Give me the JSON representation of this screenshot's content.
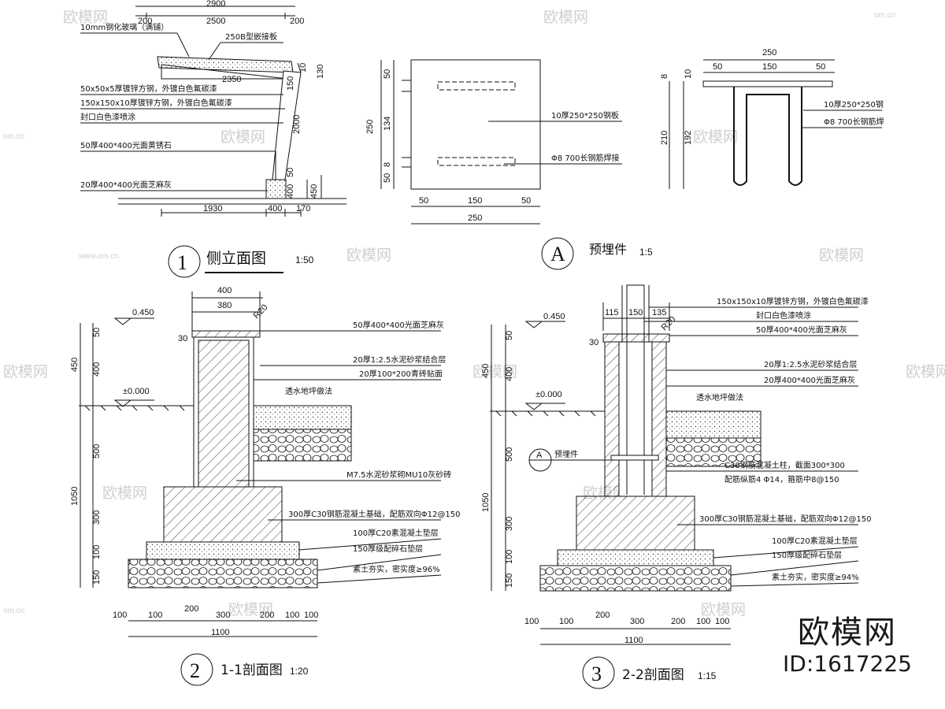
{
  "watermark": {
    "brand_text": "欧模网",
    "domain_text": "om.cn",
    "domain_text_long": "www.om.cn"
  },
  "brand": {
    "name": "欧模网",
    "id_label": "ID:1617225"
  },
  "view1": {
    "circle_label": "1",
    "title": "侧立面图",
    "scale": "1:50",
    "dims": {
      "top_total": "2900",
      "top_left": "200",
      "top_mid": "2500",
      "top_right": "200",
      "bottom_left": "1930",
      "bottom_mid": "400",
      "bottom_right": "170",
      "beam_len": "2350",
      "post_h": "2000",
      "r10": "10",
      "r130": "130",
      "r150": "150",
      "r50": "50",
      "r400": "400",
      "r450": "450"
    },
    "notes": [
      "10mm钢化玻璃（满铺）",
      "250B型嵌接板",
      "50x50x5厚镀锌方钢，外镀白色氟碳漆",
      "150x150x10厚镀锌方钢，外镀白色氟碳漆",
      "封口白色漆喷涂",
      "50厚400*400光面黄锈石",
      "20厚400*400光面芝麻灰"
    ]
  },
  "viewA": {
    "circle_label": "A",
    "title": "预埋件",
    "scale": "1:5",
    "dims": {
      "h_total": "250",
      "h1": "50",
      "h2": "134",
      "h3": "8",
      "h4": "50",
      "h5": "8",
      "w1": "50",
      "w2": "150",
      "w3": "50",
      "w_total": "250",
      "s_top": "250",
      "s_w1": "50",
      "s_w2": "150",
      "s_w3": "50",
      "s_h1": "8",
      "s_h2": "10",
      "s_total": "210",
      "s_inner": "192"
    },
    "notes": [
      "10厚250*250钢板",
      "Φ8 700长钢筋焊接",
      "10厚250*250钢",
      "Φ8 700长钢筋焊"
    ]
  },
  "view2": {
    "circle_label": "2",
    "title": "1-1剖面图",
    "scale": "1:20",
    "level_top": "0.450",
    "level_zero": "±0.000",
    "dims": {
      "w400": "400",
      "w380": "380",
      "r20": "R20",
      "d30": "30",
      "v450": "450",
      "v50": "50",
      "v400": "400",
      "v500": "500",
      "v1050": "1050",
      "v300": "300",
      "v100": "100",
      "v150": "150",
      "b": [
        "100",
        "100",
        "200",
        "300",
        "200",
        "100",
        "100"
      ],
      "b_total": "1100"
    },
    "notes": [
      "50厚400*400光面芝麻灰",
      "20厚1:2.5水泥砂浆结合层",
      "20厚100*200青砖贴面",
      "透水地坪做法",
      "M7.5水泥砂浆砌MU10灰砂砖",
      "300厚C30钢筋混凝土基础，配筋双向Φ12@150",
      "100厚C20素混凝土垫层",
      "150厚级配碎石垫层",
      "素土夯实，密实度≥96%"
    ]
  },
  "view3": {
    "circle_label": "3",
    "title": "2-2剖面图",
    "scale": "1:15",
    "level_top": "0.450",
    "level_zero": "±0.000",
    "dims": {
      "w115": "115",
      "w150": "150",
      "w135": "135",
      "r20": "R20",
      "d30": "30",
      "v450": "450",
      "v50": "50",
      "v400": "400",
      "v500": "500",
      "v1050": "1050",
      "v300": "300",
      "v100": "100",
      "v150": "150",
      "b": [
        "100",
        "100",
        "200",
        "300",
        "200",
        "100",
        "100"
      ],
      "b_total": "1100"
    },
    "marker": "A",
    "marker_label": "预埋件",
    "notes": [
      "150x150x10厚镀锌方钢，外镀白色氟碳漆",
      "封口白色漆喷涂",
      "50厚400*400光面芝麻灰",
      "20厚1:2.5水泥砂浆结合层",
      "20厚400*400光面芝麻灰",
      "透水地坪做法",
      "C30钢筋混凝土柱，截面300*300",
      "配筋纵筋4 Φ14，箍筋中8@150",
      "300厚C30钢筋混凝土基础，配筋双向Φ12@150",
      "100厚C20素混凝土垫层",
      "150厚级配碎石垫层",
      "素土夯实，密实度≥94%"
    ]
  }
}
